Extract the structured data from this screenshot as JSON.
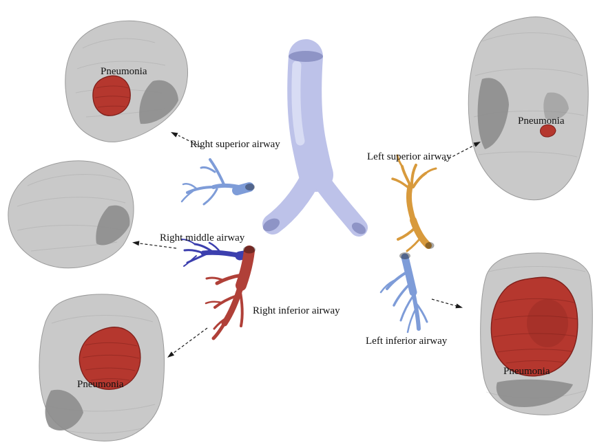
{
  "figure": {
    "labels": {
      "pneumonia_top_left": "Pneumonia",
      "pneumonia_top_right": "Pneumonia",
      "pneumonia_bottom_left": "Pneumonia",
      "pneumonia_bottom_right": "Pneumonia",
      "right_superior": "Right superior airway",
      "right_middle": "Right middle airway",
      "right_inferior": "Right inferior airway",
      "left_superior": "Left superior airway",
      "left_inferior": "Left inferior airway"
    },
    "colors": {
      "lung": "#c9c9c9",
      "lung_edge": "#9a9a9a",
      "lung_shadow": "#8d8d8d",
      "pneumonia": "#b5372e",
      "pneumonia_dark": "#7e1f1a",
      "trachea": "#bdc2e9",
      "trachea_dark": "#8e94c6",
      "airway_blue": "#7e9cd8",
      "airway_darkblue": "#3c3fae",
      "airway_red": "#b04038",
      "airway_orange": "#d89a3c",
      "arrow": "#1a1a1a",
      "text": "#111111"
    }
  }
}
